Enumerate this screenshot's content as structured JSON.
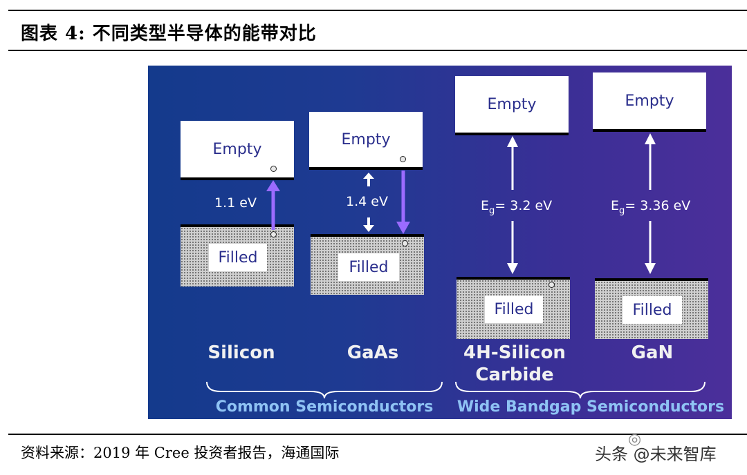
{
  "title": "图表 4:  不同类型半导体的能带对比",
  "source": "资料来源：2019 年 Cree 投资者报告，海通国际",
  "watermark": "头条 @未来智库",
  "diagram": {
    "materials": [
      {
        "name": "Silicon",
        "empty": "Empty",
        "filled": "Filled",
        "gap": "1.1 eV"
      },
      {
        "name": "GaAs",
        "empty": "Empty",
        "filled": "Filled",
        "gap": "1.4 eV"
      },
      {
        "name": "4H-Silicon\nCarbide",
        "empty": "Empty",
        "filled": "Filled",
        "gap_prefix": "E",
        "gap_sub": "g",
        "gap_value": "= 3.2 eV"
      },
      {
        "name": "GaN",
        "empty": "Empty",
        "filled": "Filled",
        "gap_prefix": "E",
        "gap_sub": "g",
        "gap_value": "= 3.36 eV"
      }
    ],
    "groups": [
      "Common Semiconductors",
      "Wide Bandgap Semiconductors"
    ]
  }
}
